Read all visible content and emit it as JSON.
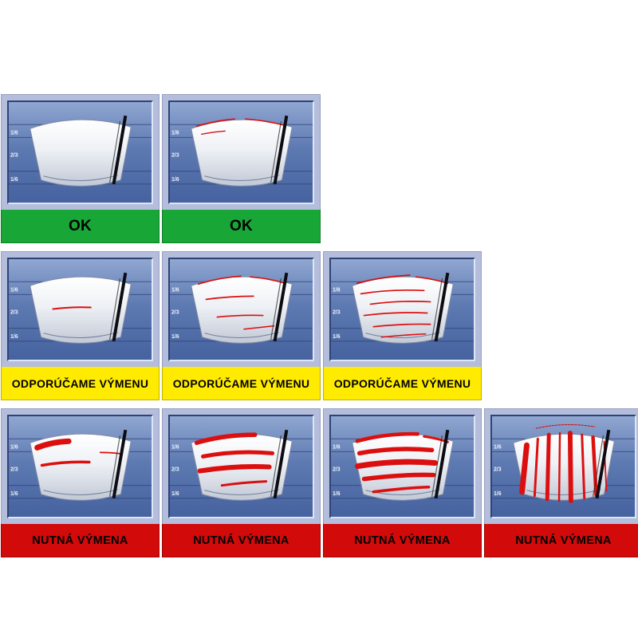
{
  "page": {
    "background": "#ffffff",
    "description": "Wiper blade wear condition chart"
  },
  "zone_labels": [
    "1/6",
    "2/3",
    "1/6"
  ],
  "status_colors": {
    "ok": "#18a737",
    "recommend": "#ffeb00",
    "replace": "#d20a0a"
  },
  "panel_colors": {
    "cell_background": "#b4bedc",
    "panel_top": "#90a7d1",
    "panel_bottom": "#46629f",
    "streak_red": "#dc0f0f"
  },
  "rows": [
    {
      "cells": [
        {
          "label": "OK",
          "status": "ok",
          "pattern": "clean"
        },
        {
          "label": "OK",
          "status": "ok",
          "pattern": "faint_top"
        }
      ]
    },
    {
      "cells": [
        {
          "label": "ODPORÚČAME VÝMENU",
          "status": "recommend",
          "pattern": "single"
        },
        {
          "label": "ODPORÚČAME VÝMENU",
          "status": "recommend",
          "pattern": "few"
        },
        {
          "label": "ODPORÚČAME VÝMENU",
          "status": "recommend",
          "pattern": "many"
        }
      ]
    },
    {
      "cells": [
        {
          "label": "NUTNÁ VÝMENA",
          "status": "replace",
          "pattern": "smear_light"
        },
        {
          "label": "NUTNÁ VÝMENA",
          "status": "replace",
          "pattern": "smear_medium"
        },
        {
          "label": "NUTNÁ VÝMENA",
          "status": "replace",
          "pattern": "smear_heavy"
        },
        {
          "label": "NUTNÁ VÝMENA",
          "status": "replace",
          "pattern": "vertical"
        }
      ]
    }
  ]
}
